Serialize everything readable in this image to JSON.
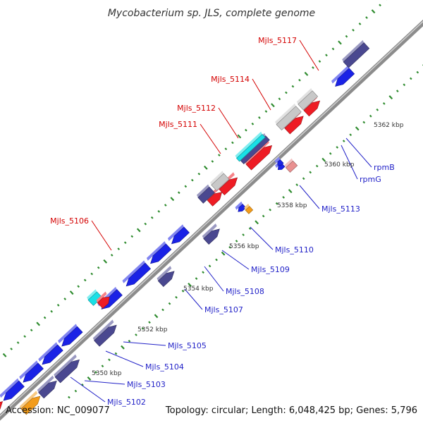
{
  "title": "Mycobacterium sp. JLS, complete genome",
  "accession": "Accession: NC_009077",
  "topology": "Topology: circular; Length: 6,048,425 bp; Genes: 5,796",
  "colors": {
    "backbone": "#8c8c8c",
    "tick": "#2e8b2e",
    "label_red": "#d40000",
    "label_blue": "#2222c8",
    "blue": "#1a22e6",
    "navy": "#4a4890",
    "red": "#ee1c24",
    "grey": "#c8c8c8",
    "cyan": "#19e0e6",
    "orange": "#f39c1a",
    "pink": "#e99090"
  },
  "kbp_ticks": [
    "5350 kbp",
    "5352 kbp",
    "5354 kbp",
    "5356 kbp",
    "5358 kbp",
    "5360 kbp",
    "5362 kbp"
  ],
  "genes": [
    {
      "name": "Mjls_5102",
      "label_color": "blue"
    },
    {
      "name": "Mjls_5103",
      "label_color": "blue"
    },
    {
      "name": "Mjls_5104",
      "label_color": "blue"
    },
    {
      "name": "Mjls_5105",
      "label_color": "blue"
    },
    {
      "name": "Mjls_5106",
      "label_color": "red"
    },
    {
      "name": "Mjls_5107",
      "label_color": "blue"
    },
    {
      "name": "Mjls_5108",
      "label_color": "blue"
    },
    {
      "name": "Mjls_5109",
      "label_color": "blue"
    },
    {
      "name": "Mjls_5110",
      "label_color": "blue"
    },
    {
      "name": "Mjls_5111",
      "label_color": "red"
    },
    {
      "name": "Mjls_5112",
      "label_color": "red"
    },
    {
      "name": "Mjls_5113",
      "label_color": "blue"
    },
    {
      "name": "Mjls_5114",
      "label_color": "red"
    },
    {
      "name": "Mjls_5117",
      "label_color": "red"
    },
    {
      "name": "rpmG",
      "label_color": "blue"
    },
    {
      "name": "rpmB",
      "label_color": "blue"
    }
  ]
}
